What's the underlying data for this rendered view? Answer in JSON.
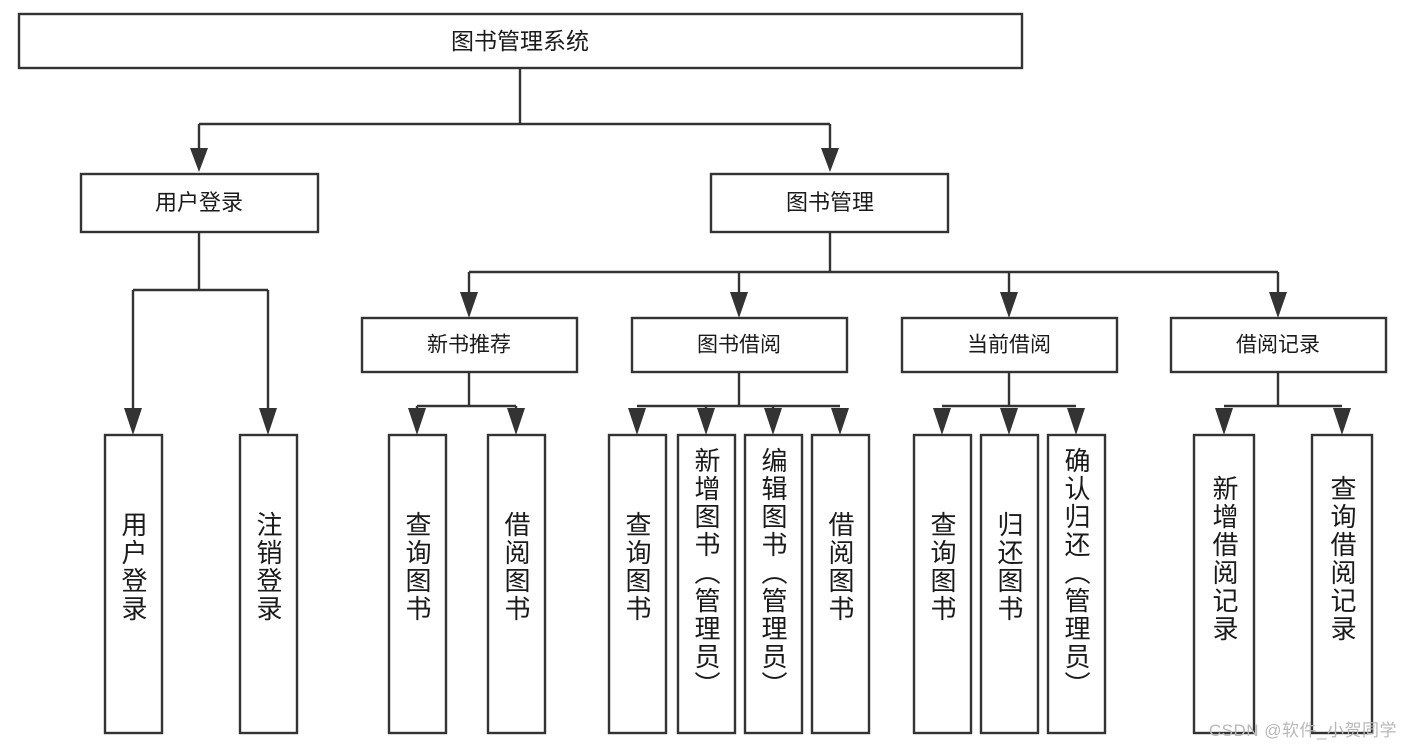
{
  "diagram": {
    "type": "tree",
    "title": "图书管理系统",
    "watermark": "CSDN @软件_小贺同学",
    "colors": {
      "box_stroke": "#333333",
      "box_fill": "#ffffff",
      "text": "#1a1a1a",
      "watermark": "#b8b8b8",
      "background": "#ffffff"
    },
    "root": {
      "label": "图书管理系统"
    },
    "level1": [
      {
        "label": "用户登录"
      },
      {
        "label": "图书管理"
      }
    ],
    "level2": [
      {
        "label": "新书推荐"
      },
      {
        "label": "图书借阅"
      },
      {
        "label": "当前借阅"
      },
      {
        "label": "借阅记录"
      }
    ],
    "leaves": {
      "user_login": [
        {
          "label": "用户登录"
        },
        {
          "label": "注销登录"
        }
      ],
      "new_book": [
        {
          "label": "查询图书"
        },
        {
          "label": "借阅图书"
        }
      ],
      "book_borrow": [
        {
          "label": "查询图书"
        },
        {
          "label": "新增图书（管理员）"
        },
        {
          "label": "编辑图书（管理员）"
        },
        {
          "label": "借阅图书"
        }
      ],
      "current_borrow": [
        {
          "label": "查询图书"
        },
        {
          "label": "归还图书"
        },
        {
          "label": "确认归还（管理员）"
        }
      ],
      "borrow_record": [
        {
          "label": "新增借阅记录"
        },
        {
          "label": "查询借阅记录"
        }
      ]
    }
  }
}
